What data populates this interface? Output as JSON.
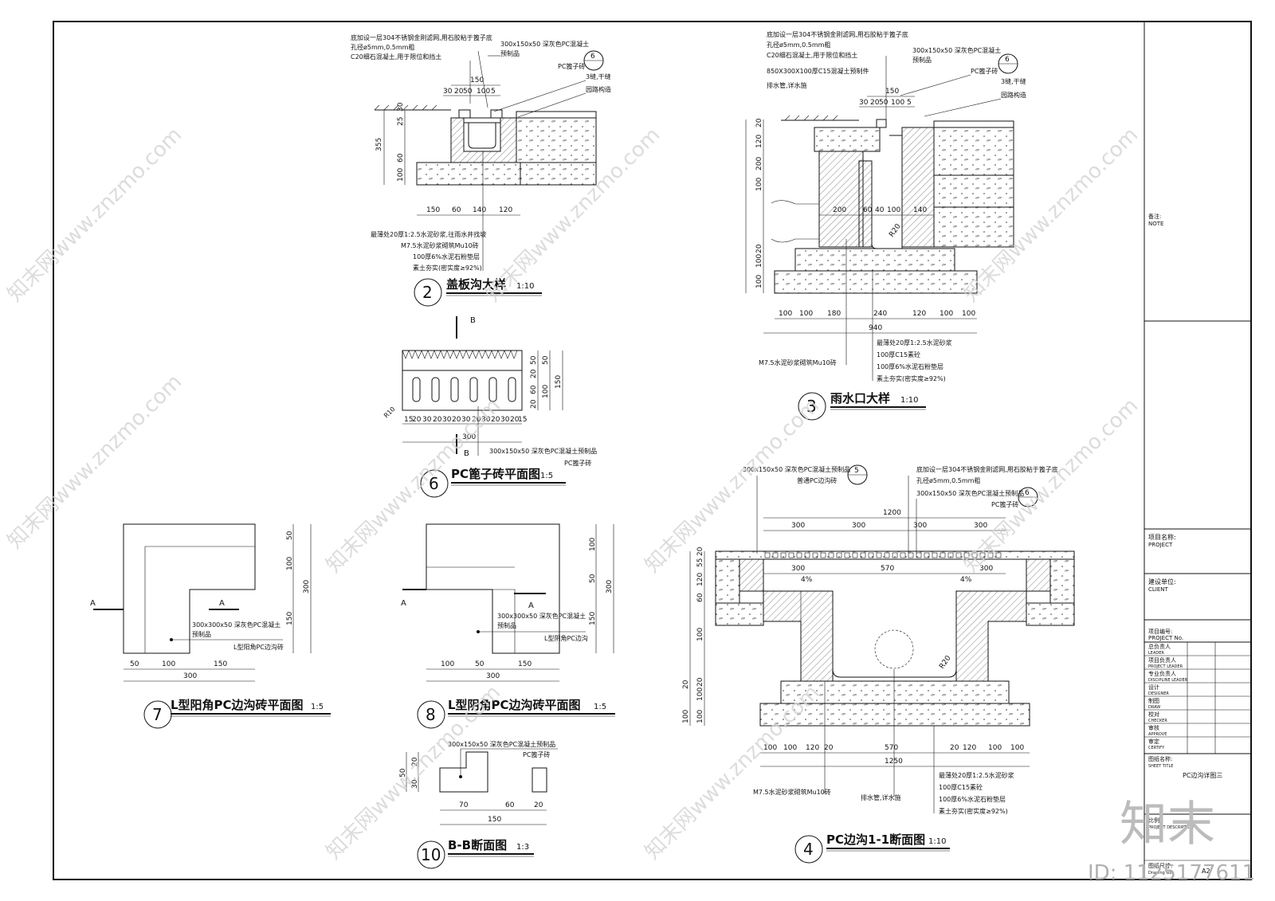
{
  "details": {
    "d2": {
      "num": "2",
      "title": "盖板沟大样",
      "scale": "1:10",
      "notes_top": [
        "底加设一层304不锈钢金刚滤网,用石胶粘于篦子底",
        "孔径ø5mm,0.5mm粗",
        "C20细石混凝土,用于限位和挡土"
      ],
      "note_r1": "300x150x50  深灰色PC混凝土",
      "note_r1b": "预制品",
      "note_r2": "PC篦子砖",
      "note_r3": "3缝,干缝",
      "note_r4": "园路构造",
      "notes_bottom": [
        "最薄处20厚1:2.5水泥砂浆,往雨水井找坡",
        "M7.5水泥砂浆砌筑Mu10砖",
        "100厚6%水泥石粉垫层",
        "素土夯实(密实度≥92%)"
      ],
      "dims_top": [
        "150",
        "30",
        "20",
        "50",
        "100",
        "5"
      ],
      "dims_v": [
        "355",
        "25",
        "30",
        "60",
        "100"
      ],
      "dims_bottom": [
        "150",
        "60",
        "140",
        "120"
      ],
      "ref": "6"
    },
    "d3": {
      "num": "3",
      "title": "雨水口大样",
      "scale": "1:10",
      "notes_top": [
        "底加设一层304不锈钢金刚滤网,用石胶粘于篦子底",
        "孔径ø5mm,0.5mm粗",
        "C20细石混凝土,用于限位和挡土",
        "850X300X100厚C15混凝土预制件",
        "排水管,详水施"
      ],
      "note_r1": "300x150x50  深灰色PC混凝土",
      "note_r1b": "预制品",
      "note_r2": "PC篦子砖",
      "note_r3": "3缝,干缝",
      "note_r4": "园路构造",
      "notes_bottom": [
        "最薄处20厚1:2.5水泥砂浆",
        "100厚C15素砼",
        "100厚6%水泥石粉垫层",
        "素土夯实(密实度≥92%)"
      ],
      "note_left": "M7.5水泥砂浆砌筑Mu10砖",
      "dims_top": [
        "150",
        "30",
        "20",
        "50",
        "100",
        "5"
      ],
      "dims_v": [
        "20",
        "120",
        "200",
        "100",
        "20",
        "100",
        "100"
      ],
      "dims_mid": [
        "200",
        "60",
        "40",
        "100",
        "140"
      ],
      "radius": "R20",
      "dims_bottom": [
        "100",
        "100",
        "180",
        "240",
        "120",
        "100",
        "100"
      ],
      "total": "940",
      "ref": "6"
    },
    "d6": {
      "num": "6",
      "title": "PC篦子砖平面图",
      "scale": "1:5",
      "section": "B",
      "radius": "R10",
      "dims_v": [
        "50",
        "20",
        "60",
        "20",
        "50",
        "150",
        "100"
      ],
      "dims_h": [
        "15",
        "20",
        "30",
        "20",
        "30",
        "20",
        "30",
        "20",
        "30",
        "20",
        "30",
        "20",
        "15"
      ],
      "total": "300",
      "note1": "300x150x50  深灰色PC混凝土预制品",
      "note2": "PC篦子砖"
    },
    "d7": {
      "num": "7",
      "title": "L型阳角PC边沟砖平面图",
      "scale": "1:5",
      "section": "A",
      "dims_v": [
        "50",
        "100",
        "150",
        "300"
      ],
      "dims_h": [
        "50",
        "100",
        "150"
      ],
      "total": "300",
      "note1": "300x300x50  深灰色PC混凝土",
      "note1b": "预制品",
      "note2": "L型阳角PC边沟砖"
    },
    "d8": {
      "num": "8",
      "title": "L型阴角PC边沟砖平面图",
      "scale": "1:5",
      "section": "A",
      "dims_v": [
        "100",
        "50",
        "150",
        "300"
      ],
      "dims_h": [
        "100",
        "50",
        "150"
      ],
      "total": "300",
      "note1": "300x300x50  深灰色PC混凝土",
      "note1b": "预制品",
      "note2": "L型阴角PC边沟"
    },
    "d10": {
      "num": "10",
      "title": "B-B断面图",
      "scale": "1:3",
      "dims_v": [
        "50",
        "30",
        "20"
      ],
      "dims_h": [
        "70",
        "60",
        "20"
      ],
      "total": "150",
      "note1": "300x150x50  深灰色PC混凝土预制品",
      "note2": "PC篦子砖"
    },
    "d4": {
      "num": "4",
      "title": "PC边沟1-1断面图",
      "scale": "1:10",
      "note_a": "300x150x50  深灰色PC混凝土预制品",
      "note_a2": "普通PC边沟砖",
      "ref_a": "5",
      "note_b": "底加设一层304不锈钢金刚滤网,用石胶粘于篦子底",
      "note_b2": "孔径ø5mm,0.5mm粗",
      "note_c": "300x150x50  深灰色PC混凝土预制品",
      "note_c2": "PC篦子砖",
      "ref_c": "6",
      "dims_top_total": "1200",
      "dims_top": [
        "300",
        "300",
        "300",
        "300"
      ],
      "dims_mid": [
        "300",
        "570",
        "300"
      ],
      "slope": "4%",
      "dims_v": [
        "20",
        "55",
        "120",
        "60",
        "100",
        "20",
        "100",
        "100",
        "20",
        "100"
      ],
      "radius": "R20",
      "dims_bottom": [
        "100",
        "100",
        "120",
        "20",
        "570",
        "20",
        "120",
        "100",
        "100"
      ],
      "total": "1250",
      "note_left": "M7.5水泥砂浆砌筑Mu10砖",
      "note_mid": "排水管,详水施",
      "notes_bottom": [
        "最薄处20厚1:2.5水泥砂浆",
        "100厚C15素砼",
        "100厚6%水泥石粉垫层",
        "素土夯实(密实度≥92%)"
      ]
    }
  },
  "title_block": {
    "note_cn": "备注:",
    "note_en": "NOTE",
    "project_cn": "项目名称:",
    "project_en": "PROJECT",
    "client_cn": "建设单位:",
    "client_en": "CLIENT",
    "project_no_cn": "项目编号:",
    "project_no_en": "PROJECT No.",
    "roles": [
      {
        "cn": "总负责人",
        "en": "LEADER"
      },
      {
        "cn": "项目负责人",
        "en": "PROJECT LEADER"
      },
      {
        "cn": "专业负责人",
        "en": "DISCIPLINE LEADER"
      },
      {
        "cn": "设计",
        "en": "DESIGNER"
      },
      {
        "cn": "制图",
        "en": "DRAW"
      },
      {
        "cn": "校对",
        "en": "CHECKER"
      },
      {
        "cn": "审核",
        "en": "APPROVE"
      },
      {
        "cn": "审定",
        "en": "CERTIFY"
      }
    ],
    "sheet_title_cn": "图纸名称:",
    "sheet_title_en": "SHEET TITLE",
    "sheet_title": "PC边沟详图三",
    "scale_cn": "比例:",
    "desc_en": "PROJECT DESCRIPTION",
    "drawing_size_cn": "图纸尺寸:",
    "drawing_size_en": "Drawing size",
    "drawing_size": "A2"
  },
  "watermark": {
    "site": "知末网www.znzmo.com",
    "brand": "知末",
    "id": "ID: 1125177611"
  }
}
